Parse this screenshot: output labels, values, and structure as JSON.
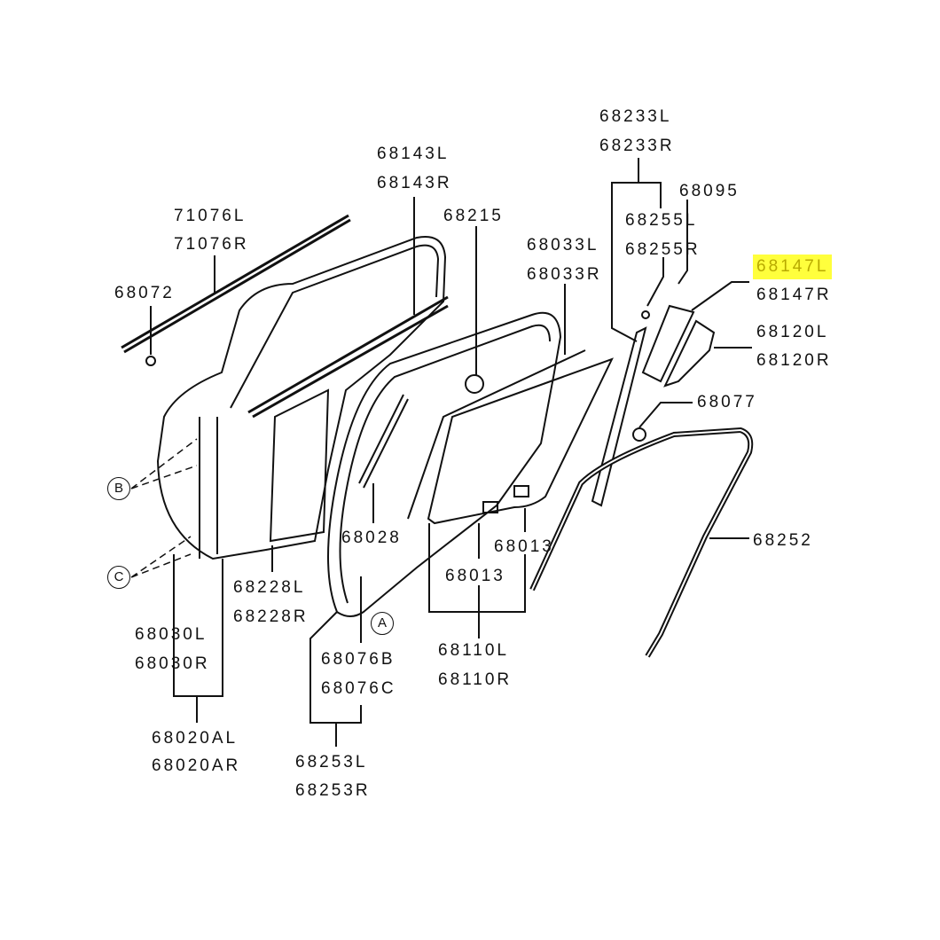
{
  "diagram": {
    "labels": {
      "p71076L": "71076L",
      "p71076R": "71076R",
      "p68072": "68072",
      "p68143L": "68143L",
      "p68143R": "68143R",
      "p68215": "68215",
      "p68033L": "68033L",
      "p68033R": "68033R",
      "p68233L": "68233L",
      "p68233R": "68233R",
      "p68255L": "68255L",
      "p68255R": "68255R",
      "p68095": "68095",
      "p68147L": "68147L",
      "p68147R": "68147R",
      "p68120L": "68120L",
      "p68120R": "68120R",
      "p68077": "68077",
      "p68252": "68252",
      "p68028": "68028",
      "p68013a": "68013",
      "p68013b": "68013",
      "p68228L": "68228L",
      "p68228R": "68228R",
      "p68030L": "68030L",
      "p68030R": "68030R",
      "p68076B": "68076B",
      "p68076C": "68076C",
      "p68110L": "68110L",
      "p68110R": "68110R",
      "p68020AL": "68020AL",
      "p68020AR": "68020AR",
      "p68253L": "68253L",
      "p68253R": "68253R"
    },
    "refs": {
      "A": "A",
      "B": "B",
      "C": "C"
    },
    "highlight_color": "#ffff3c"
  }
}
